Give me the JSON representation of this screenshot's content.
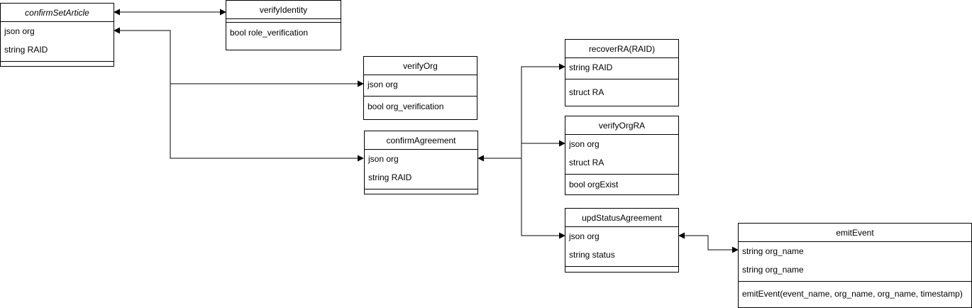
{
  "classes": {
    "confirmSetArticle": {
      "name": "confirmSetArticle",
      "attributes": [
        "json org",
        "string RAID"
      ],
      "operations": []
    },
    "verifyIdentity": {
      "name": "verifyIdentity",
      "attributes": [],
      "operations": [
        "bool role_verification"
      ]
    },
    "verifyOrg": {
      "name": "verifyOrg",
      "attributes": [
        "json org"
      ],
      "operations": [
        "bool org_verification"
      ]
    },
    "confirmAgreement": {
      "name": "confirmAgreement",
      "attributes": [
        "json org",
        "string RAID"
      ],
      "operations": []
    },
    "recoverRA": {
      "name": "recoverRA(RAID)",
      "attributes": [
        "string RAID"
      ],
      "operations": [
        "struct RA"
      ]
    },
    "verifyOrgRA": {
      "name": "verifyOrgRA",
      "attributes": [
        "json org",
        "struct RA"
      ],
      "operations": [
        "bool orgExist"
      ]
    },
    "updStatusAgreement": {
      "name": "updStatusAgreement",
      "attributes": [
        "json org",
        "string status"
      ],
      "operations": []
    },
    "emitEvent": {
      "name": "emitEvent",
      "attributes": [
        "string org_name",
        "string org_name"
      ],
      "operations": [
        "emitEvent(event_name, org_name, org_name, timestamp)"
      ]
    }
  },
  "edges": [
    {
      "from": "confirmSetArticle",
      "to": "verifyIdentity",
      "type": "bidirectional"
    },
    {
      "from": "confirmSetArticle",
      "to": "verifyOrg",
      "type": "bidirectional"
    },
    {
      "from": "confirmSetArticle",
      "to": "confirmAgreement",
      "type": "bidirectional"
    },
    {
      "from": "confirmAgreement",
      "to": "recoverRA",
      "type": "bidirectional"
    },
    {
      "from": "confirmAgreement",
      "to": "verifyOrgRA",
      "type": "bidirectional"
    },
    {
      "from": "confirmAgreement",
      "to": "updStatusAgreement",
      "type": "bidirectional"
    },
    {
      "from": "updStatusAgreement",
      "to": "emitEvent",
      "type": "bidirectional"
    }
  ]
}
